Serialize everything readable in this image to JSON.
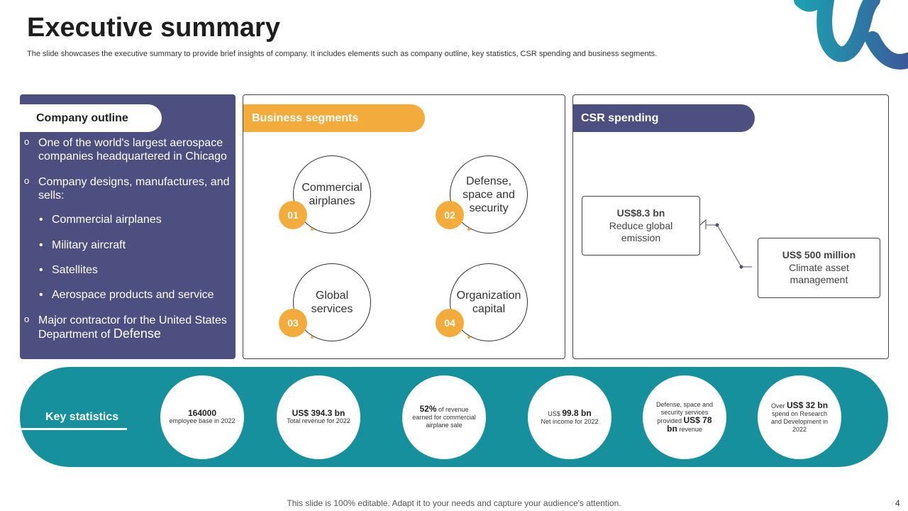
{
  "title": "Executive summary",
  "subtitle": "The slide showcases the executive summary to provide brief insights of company. It includes elements such as company outline, key statistics, CSR spending and business segments.",
  "company_outline": {
    "heading": "Company outline",
    "items": [
      "One of the world's largest aerospace companies headquartered in Chicago",
      "Company designs, manufactures, and sells:"
    ],
    "subitems": [
      "Commercial airplanes",
      "Military aircraft",
      "Satellites",
      "Aerospace products and service"
    ],
    "last_item_prefix": "Major contractor for the United States Department of",
    "last_item_emph": "Defense"
  },
  "business_segments": {
    "heading": "Business segments",
    "segments": [
      {
        "num": "01",
        "label": "Commercial airplanes"
      },
      {
        "num": "02",
        "label": "Defense, space and security"
      },
      {
        "num": "03",
        "label": "Global services"
      },
      {
        "num": "04",
        "label": "Organization capital"
      }
    ]
  },
  "csr": {
    "heading": "CSR spending",
    "items": [
      {
        "amount": "US$8.3 bn",
        "label": "Reduce global emission"
      },
      {
        "amount": "US$ 500 million",
        "label": "Climate asset management"
      }
    ]
  },
  "key_statistics": {
    "heading": "Key statistics",
    "stats": [
      {
        "pre": "",
        "value": "164000",
        "post": "employee base in 2022"
      },
      {
        "pre": "",
        "value": "US$ 394.3 bn",
        "post": "Total revenue for 2022"
      },
      {
        "pre": "",
        "value": "52%",
        "post": "of revenue earned for commercial airplane sale"
      },
      {
        "pre": "US$",
        "value": "99.8 bn",
        "post": "Net income for 2022"
      },
      {
        "pre": "Defense, space and security services provided",
        "value": "US$ 78 bn",
        "post": "revenue"
      },
      {
        "pre": "Over",
        "value": "US$ 32 bn",
        "post": "spend on Research and Development in 2022"
      }
    ]
  },
  "footer": "This slide is 100% editable. Adapt it to your needs and capture your audience's attention.",
  "page_number": "4",
  "colors": {
    "purple": "#4d4f80",
    "orange": "#f3ac3b",
    "teal": "#17909e"
  }
}
